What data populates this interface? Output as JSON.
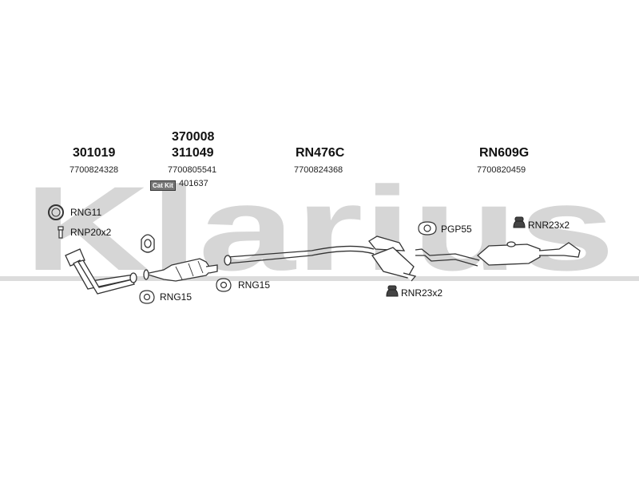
{
  "watermark": "Klarius",
  "groups": [
    {
      "part_numbers": [
        "301019"
      ],
      "oem": "7700824328"
    },
    {
      "part_numbers": [
        "370008",
        "311049"
      ],
      "oem": "7700805541",
      "badge": "Cat Kit",
      "badge_value": "401637"
    },
    {
      "part_numbers": [
        "RN476C"
      ],
      "oem": "7700824368"
    },
    {
      "part_numbers": [
        "RN609G"
      ],
      "oem": "7700820459"
    }
  ],
  "fittings": [
    {
      "label": "RNG11",
      "icon": "ring-gasket-icon"
    },
    {
      "label": "RNP20x2",
      "icon": "bolt-icon"
    },
    {
      "label": "RNG15",
      "icon": "flange-gasket-icon"
    },
    {
      "label": "RNG15",
      "icon": "flange-gasket-icon"
    },
    {
      "label": "PGP55",
      "icon": "clamp-gasket-icon"
    },
    {
      "label": "RNR23x2",
      "icon": "rubber-mount-icon"
    },
    {
      "label": "RNR23x2",
      "icon": "rubber-mount-icon"
    }
  ],
  "colors": {
    "watermark": "#d3d3d3",
    "line": "#333333",
    "fill": "#ffffff"
  }
}
